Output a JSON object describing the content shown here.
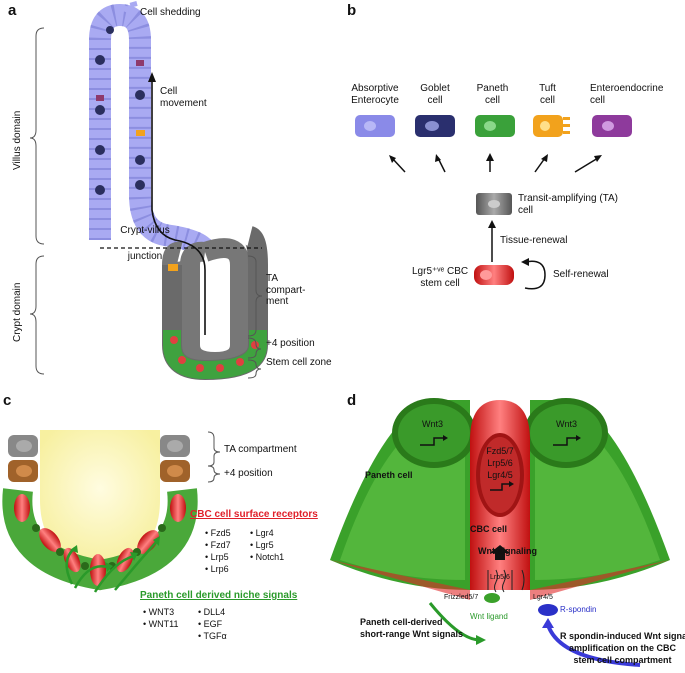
{
  "panel_a": {
    "label": "a",
    "cell_shedding": "Cell shedding",
    "cell_movement": [
      "Cell",
      "movement"
    ],
    "villus_domain": "Villus domain",
    "crypt_domain": "Crypt domain",
    "junction": [
      "Crypt-villus",
      "junction"
    ],
    "ta_compartment": [
      "TA",
      "compart-",
      "ment"
    ],
    "plus4": "+4 position",
    "stem_zone": "Stem cell zone"
  },
  "panel_b": {
    "label": "b",
    "cell_types": [
      {
        "name": [
          "Absorptive",
          "Enterocyte"
        ],
        "color": "#8a8ae8"
      },
      {
        "name": [
          "Goblet",
          "cell"
        ],
        "color": "#2a2f6e"
      },
      {
        "name": [
          "Paneth",
          "cell"
        ],
        "color": "#3aa13a"
      },
      {
        "name": [
          "Tuft",
          "cell"
        ],
        "color": "#f2a21c"
      },
      {
        "name": [
          "Enteroendocrine",
          "cell"
        ],
        "color": "#8e3a9c"
      }
    ],
    "ta_cell": [
      "Transit-amplifying (TA)",
      "cell"
    ],
    "tissue_renewal": "Tissue-renewal",
    "stem_cell": [
      "Lgr5⁺ᵛᵉ CBC",
      "stem cell"
    ],
    "self_renewal": "Self-renewal"
  },
  "panel_c": {
    "label": "c",
    "ta_compartment": "TA compartment",
    "plus4": "+4 position",
    "receptors_title": "CBC cell surface receptors",
    "receptors_col1": [
      "• Fzd5",
      "• Fzd7",
      "• Lrp5",
      "• Lrp6"
    ],
    "receptors_col2": [
      "• Lgr4",
      "• Lgr5",
      "• Notch1"
    ],
    "signals_title": "Paneth cell derived niche signals",
    "signals_col1": [
      "• WNT3",
      "• WNT11"
    ],
    "signals_col2": [
      "• DLL4",
      "• EGF",
      "• TGFα"
    ]
  },
  "panel_d": {
    "label": "d",
    "wnt3_left": "Wnt3",
    "wnt3_right": "Wnt3",
    "receptors": [
      "Fzd5/7",
      "Lrp5/6",
      "Lgr4/5"
    ],
    "paneth_cell": "Paneth cell",
    "cbc_cell": "CBC cell",
    "wnt_signaling": "Wnt signaling",
    "lrp": "Lrp5/6",
    "frizzled": "Frizzled5/7",
    "lgr": "Lgr4/5",
    "rspondin": "R-spondin",
    "wnt_ligand": "Wnt ligand",
    "paneth_derived": [
      "Paneth cell-derived",
      "short-range Wnt signals"
    ],
    "rspondin_induced": [
      "R spondin-induced Wnt signal",
      "amplification on the CBC",
      "stem cell compartment"
    ]
  }
}
